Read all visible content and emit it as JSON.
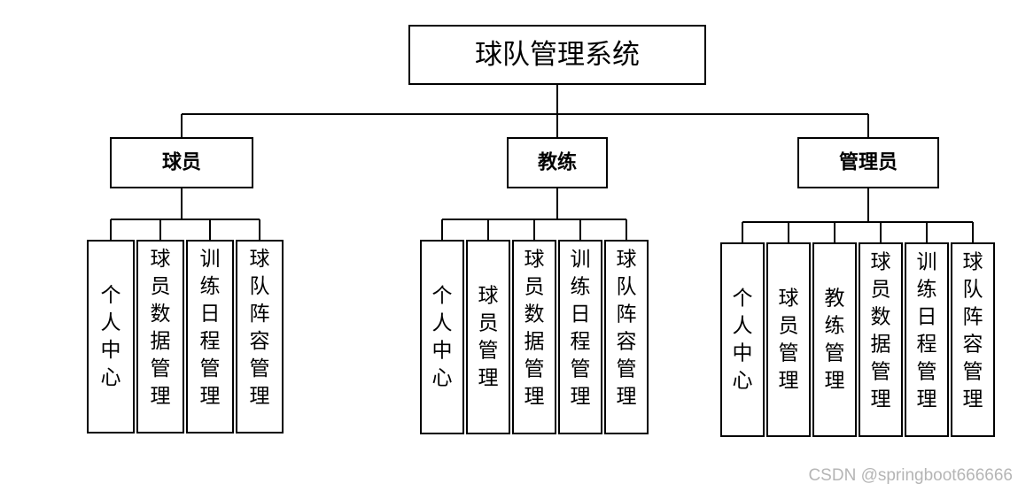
{
  "root": {
    "label": "球队管理系统"
  },
  "groups": [
    {
      "label": "球员",
      "children": [
        "个人中心",
        "球员数据管理",
        "训练日程管理",
        "球队阵容管理"
      ]
    },
    {
      "label": "教练",
      "children": [
        "个人中心",
        "球员管理",
        "球员数据管理",
        "训练日程管理",
        "球队阵容管理"
      ]
    },
    {
      "label": "管理员",
      "children": [
        "个人中心",
        "球员管理",
        "教练管理",
        "球员数据管理",
        "训练日程管理",
        "球队阵容管理"
      ]
    }
  ],
  "watermark": "CSDN @springboot666666"
}
